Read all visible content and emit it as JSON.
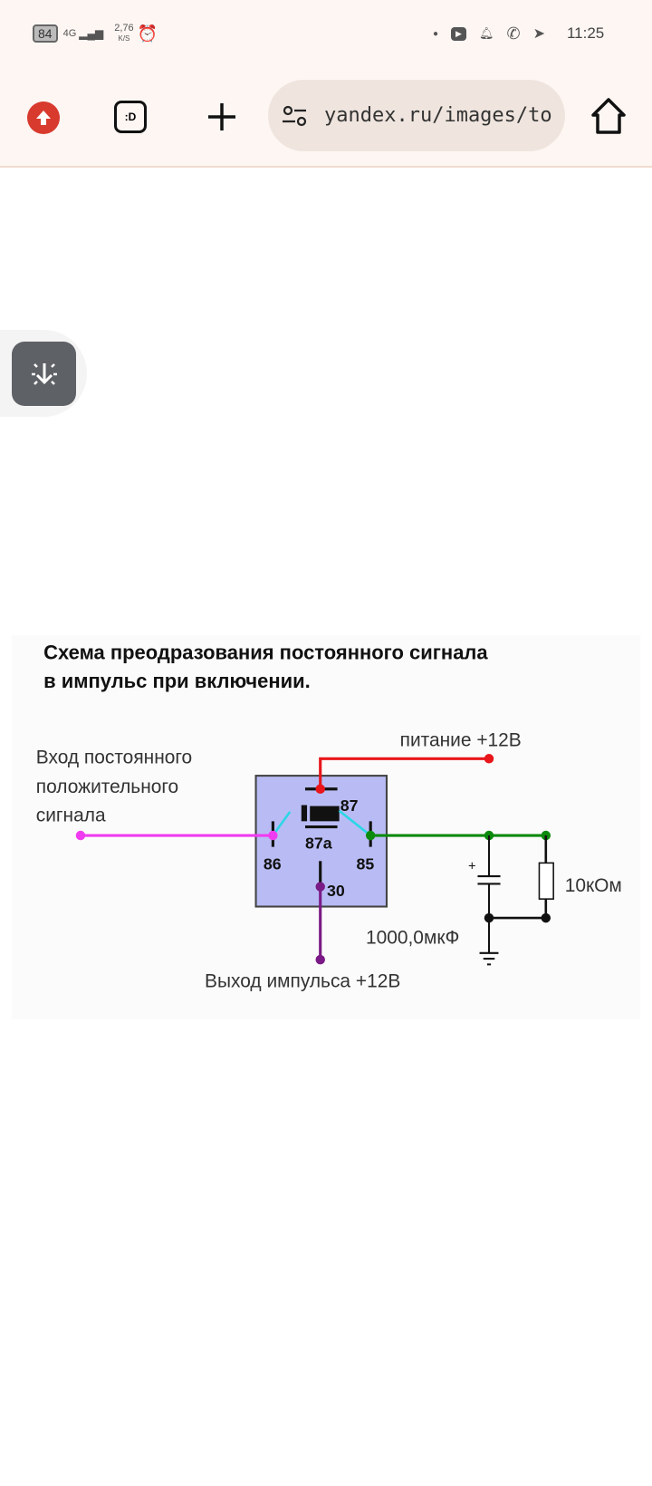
{
  "status_bar": {
    "battery": "84",
    "network": "4G",
    "speed": "2,76",
    "speed_unit": "K/S",
    "time": "11:25"
  },
  "browser": {
    "url": "yandex.ru/images/to",
    "tabs_label": ":D"
  },
  "diagram": {
    "title_line1": "Схема преодразования постоянного сигнала",
    "title_line2": "в импульс при включении.",
    "input_label": [
      "Вход постоянного",
      "положительного",
      "сигнала"
    ],
    "power_label": "питание +12В",
    "output_label": "Выход импульса +12В",
    "pins": {
      "p87": "87",
      "p87a": "87a",
      "p86": "86",
      "p85": "85",
      "p30": "30"
    },
    "resistor_label": "10кОм",
    "capacitor_label": "1000,0мкФ",
    "cap_plus": "+",
    "colors": {
      "power": "#e8161b",
      "input": "#f03cf0",
      "coil": "#2dd6e6",
      "green": "#0c8a0c",
      "output": "#7a1a86",
      "relay": "#b9bcf4"
    }
  }
}
